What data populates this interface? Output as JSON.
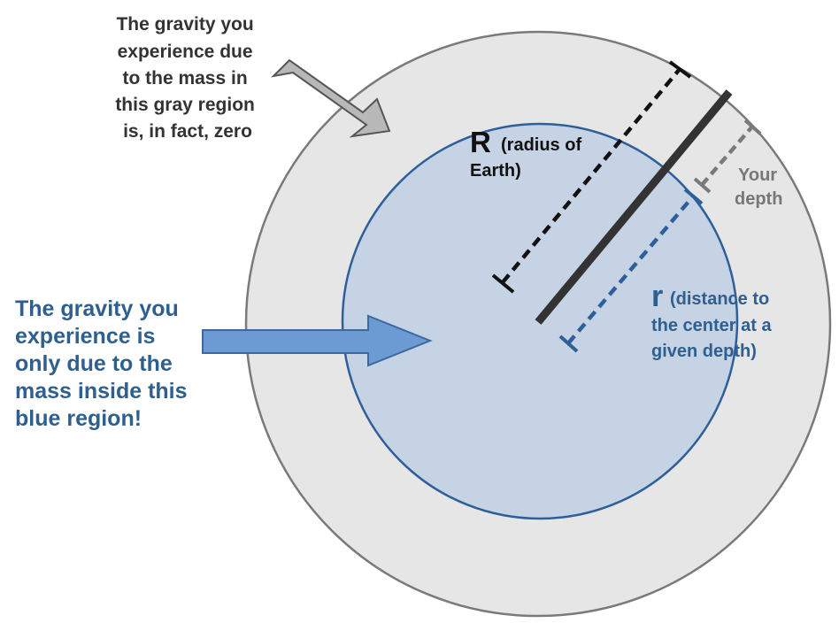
{
  "colors": {
    "outer_fill": "#e6e6e6",
    "outer_stroke": "#7a7a7a",
    "inner_fill": "#c5d3e4",
    "inner_stroke": "#2f5f9a",
    "gray_arrow_fill": "#b8b8b8",
    "blue_arrow_fill": "#6b9bd2",
    "blue_text": "#2f5f8f",
    "dark_text": "#333333"
  },
  "notes": {
    "gray_region": [
      "The gravity you",
      "experience due",
      "to the mass in",
      "this gray region",
      "is, in fact, zero"
    ],
    "blue_region": [
      "The gravity you",
      "experience is",
      "only due to the",
      "mass inside this",
      "blue region!"
    ]
  },
  "labels": {
    "R_letter": "R",
    "R_desc": [
      "(radius of",
      "Earth)"
    ],
    "r_letter": "r",
    "r_desc": [
      "(distance to",
      "the center at a",
      "given depth)"
    ],
    "depth": [
      "Your",
      "depth"
    ]
  }
}
